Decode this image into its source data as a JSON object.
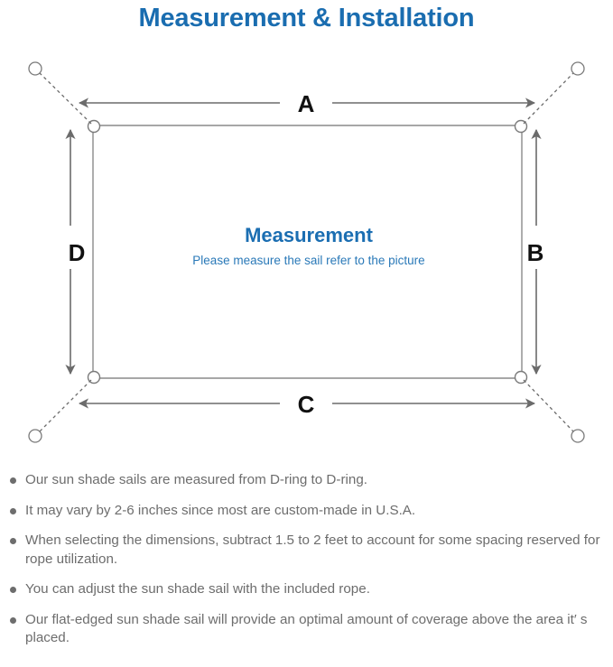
{
  "page": {
    "title": "Measurement & Installation",
    "title_color": "#1a6db0",
    "background": "#ffffff"
  },
  "diagram": {
    "name": "sun-shade-sail-measurement-diagram",
    "sail": {
      "center_title": "Measurement",
      "center_subtitle": "Please measure the sail refer to the picture",
      "center_title_color": "#1b6eb2",
      "center_subtitle_color": "#2a79b8",
      "edge_color": "#808080"
    },
    "dimension_labels": {
      "top": "A",
      "right": "B",
      "bottom": "C",
      "left": "D"
    },
    "arrow_color": "#6b6b6b",
    "rope_line_style": "dashed",
    "rope_color": "#6b6b6b",
    "d_ring_count": 4,
    "anchor_point_count": 4
  },
  "notes": [
    "Our sun shade sails are measured from D-ring to D-ring.",
    "It may vary by 2-6 inches since most are custom-made in U.S.A.",
    "When selecting the dimensions, subtract 1.5 to 2 feet to account for some spacing reserved for rope utilization.",
    "You can adjust the sun shade sail with the included rope.",
    "Our flat-edged sun shade sail will provide an optimal amount of coverage above the area it′ s placed."
  ]
}
